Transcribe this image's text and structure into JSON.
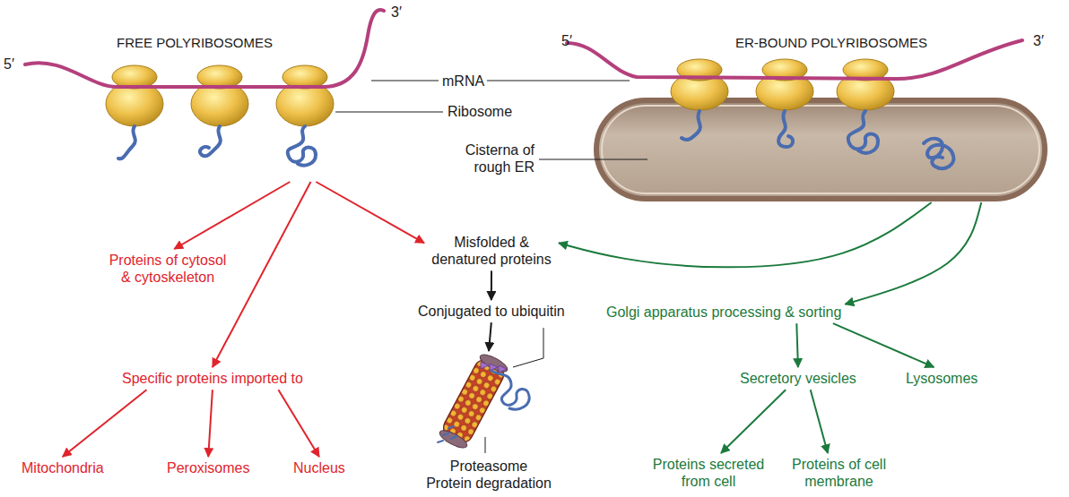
{
  "diagram": {
    "nodes": [
      {
        "text": [
          "FREE POLYRIBOSOMES"
        ]
      },
      {
        "text": [
          "ER-BOUND POLYRIBOSOMES"
        ]
      },
      {
        "text": [
          "Proteins of cytosol & cytoskeleton"
        ]
      },
      {
        "text": [
          "Specific proteins imported to"
        ]
      },
      {
        "text": [
          "Mitochondria"
        ]
      },
      {
        "text": [
          "Peroxisomes"
        ]
      },
      {
        "text": [
          "Nucleus"
        ]
      },
      {
        "text": [
          "Misfolded & denatured proteins"
        ]
      },
      {
        "text": [
          "Conjugated to ubiquitin"
        ]
      },
      {
        "text": [
          "Proteasome",
          "Protein degradation"
        ]
      },
      {
        "text": [
          "Golgi apparatus processing & sorting"
        ]
      },
      {
        "text": [
          "Secretory vesicles"
        ]
      },
      {
        "text": [
          "Lysosomes"
        ]
      },
      {
        "text": [
          "Proteins secreted from cell"
        ]
      },
      {
        "text": [
          "Proteins of cell membrane"
        ]
      }
    ],
    "edges": [
      {
        "from": 0,
        "to": 2,
        "arrow": "to"
      },
      {
        "from": 0,
        "to": 3,
        "arrow": "to"
      },
      {
        "from": 0,
        "to": 7,
        "arrow": "to"
      },
      {
        "from": 3,
        "to": 4,
        "arrow": "to"
      },
      {
        "from": 3,
        "to": 5,
        "arrow": "to"
      },
      {
        "from": 3,
        "to": 6,
        "arrow": "to"
      },
      {
        "from": 7,
        "to": 8,
        "arrow": "to"
      },
      {
        "from": 8,
        "to": 9,
        "arrow": "to"
      },
      {
        "from": 1,
        "to": 7,
        "arrow": "to"
      },
      {
        "from": 1,
        "to": 10,
        "arrow": "to"
      },
      {
        "from": 10,
        "to": 11,
        "arrow": "to"
      },
      {
        "from": 10,
        "to": 12,
        "arrow": "to"
      },
      {
        "from": 11,
        "to": 13,
        "arrow": "to"
      },
      {
        "from": 11,
        "to": 14,
        "arrow": "to"
      }
    ],
    "labels": [
      "5′",
      "3′",
      "mRNA",
      "Ribosome",
      "Cisterna of rough ER",
      "5′",
      "3′"
    ]
  }
}
